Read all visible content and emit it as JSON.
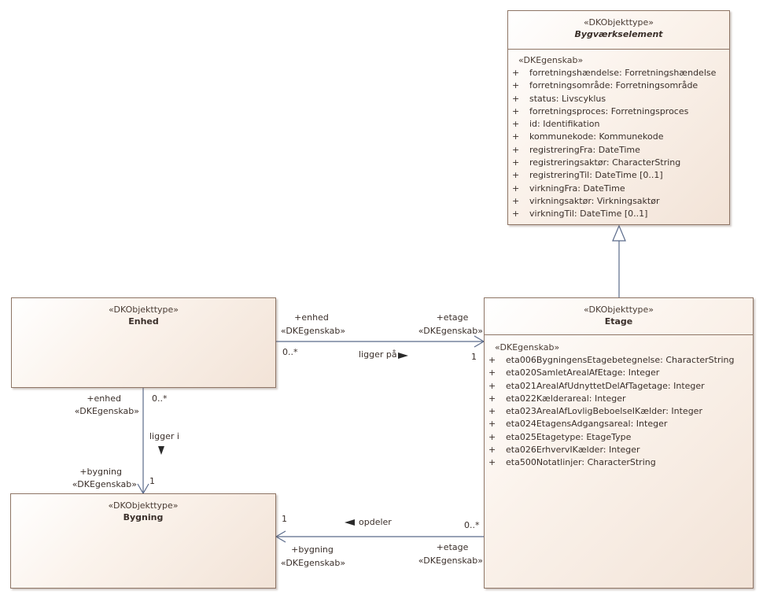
{
  "classes": {
    "bygvaerkselement": {
      "stereotype": "«DKObjekttype»",
      "name": "Bygværkselement",
      "attr_stereotype": "«DKEgenskab»",
      "attributes": [
        "forretningshændelse: Forretningshændelse",
        "forretningsområde: Forretningsområde",
        "status: Livscyklus",
        "forretningsproces: Forretningsproces",
        "id: Identifikation",
        "kommunekode: Kommunekode",
        "registreringFra: DateTime",
        "registreringsaktør: CharacterString",
        "registreringTil: DateTime [0..1]",
        "virkningFra: DateTime",
        "virkningsaktør: Virkningsaktør",
        "virkningTil: DateTime [0..1]"
      ]
    },
    "enhed": {
      "stereotype": "«DKObjekttype»",
      "name": "Enhed"
    },
    "etage": {
      "stereotype": "«DKObjekttype»",
      "name": "Etage",
      "attr_stereotype": "«DKEgenskab»",
      "attributes": [
        "eta006BygningensEtagebetegnelse: CharacterString",
        "eta020SamletArealAfEtage: Integer",
        "eta021ArealAfUdnyttetDelAfTagetage: Integer",
        "eta022Kælderareal: Integer",
        "eta023ArealAfLovligBeboelseIKælder: Integer",
        "eta024EtagensAdgangsareal: Integer",
        "eta025Etagetype: EtageType",
        "eta026ErhvervIKælder: Integer",
        "eta500Notatlinjer: CharacterString"
      ]
    },
    "bygning": {
      "stereotype": "«DKObjekttype»",
      "name": "Bygning"
    }
  },
  "attribute_marker": "+",
  "associations": {
    "enhed_etage": {
      "source_role": "+enhed",
      "source_stereotype": "«DKEgenskab»",
      "source_multiplicity": "0..*",
      "target_role": "+etage",
      "target_stereotype": "«DKEgenskab»",
      "target_multiplicity": "1",
      "name": "ligger på"
    },
    "enhed_bygning": {
      "source_role": "+enhed",
      "source_stereotype": "«DKEgenskab»",
      "source_multiplicity": "0..*",
      "target_role": "+bygning",
      "target_stereotype": "«DKEgenskab»",
      "target_multiplicity": "1",
      "name": "ligger i"
    },
    "etage_bygning": {
      "source_role": "+etage",
      "source_stereotype": "«DKEgenskab»",
      "source_multiplicity": "0..*",
      "target_role": "+bygning",
      "target_stereotype": "«DKEgenskab»",
      "target_multiplicity": "1",
      "name": "opdeler"
    }
  },
  "colors": {
    "border": "#8e7565",
    "line": "#5a6a8a",
    "fill_light": "#fbf3ec",
    "fill_dark": "#f2e3d7"
  }
}
